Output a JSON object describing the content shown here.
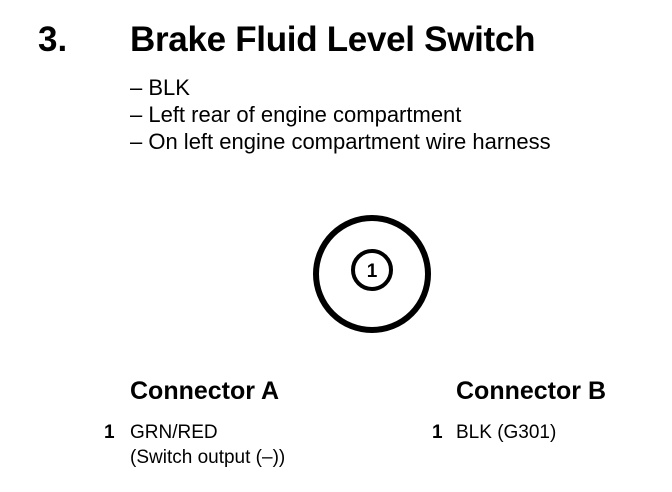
{
  "section": {
    "number": "3.",
    "title": "Brake Fluid Level Switch"
  },
  "notes": [
    "– BLK",
    "– Left rear of engine compartment",
    "– On left engine compartment wire harness"
  ],
  "connector_diagram": {
    "pin_label": "1"
  },
  "connector_a": {
    "heading": "Connector A",
    "pins": [
      {
        "number": "1",
        "wire": "GRN/RED",
        "description": "(Switch output (–))"
      }
    ]
  },
  "connector_b": {
    "heading": "Connector B",
    "pins": [
      {
        "number": "1",
        "wire": "BLK (G301)"
      }
    ]
  }
}
